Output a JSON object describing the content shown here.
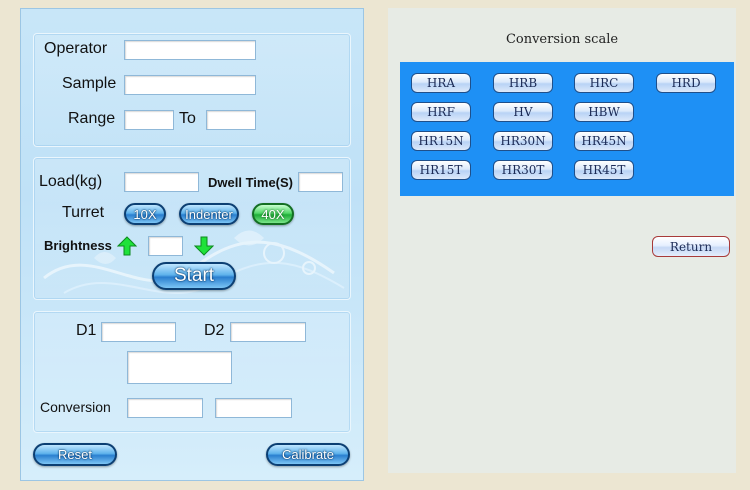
{
  "left": {
    "operator_label": "Operator",
    "operator_value": "",
    "sample_label": "Sample",
    "sample_value": "",
    "range_label": "Range",
    "range_from": "",
    "range_to_label": "To",
    "range_to": "",
    "load_label": "Load(kg)",
    "load_value": "",
    "dwell_label": "Dwell Time(S)",
    "dwell_value": "",
    "turret_label": "Turret",
    "turret_buttons": [
      "10X",
      "Indenter",
      "40X"
    ],
    "brightness_label": "Brightness",
    "brightness_value": "",
    "start_label": "Start",
    "d1_label": "D1",
    "d1_value": "",
    "d2_label": "D2",
    "d2_value": "",
    "result_value": "",
    "conversion_label": "Conversion",
    "conversion_value_1": "",
    "conversion_value_2": "",
    "reset_label": "Reset",
    "calibrate_label": "Calibrate"
  },
  "right": {
    "title": "Conversion scale",
    "scales": [
      [
        "HRA",
        "HRB",
        "HRC",
        "HRD"
      ],
      [
        "HRF",
        "HV",
        "HBW"
      ],
      [
        "HR15N",
        "HR30N",
        "HR45N"
      ],
      [
        "HR15T",
        "HR30T",
        "HR45T"
      ]
    ],
    "return_label": "Return"
  },
  "colors": {
    "panel_bg": "#c8e6f8",
    "scale_box": "#1e90f5",
    "accent_green": "#1fae38",
    "pill_blue": "#2a7fcf"
  }
}
